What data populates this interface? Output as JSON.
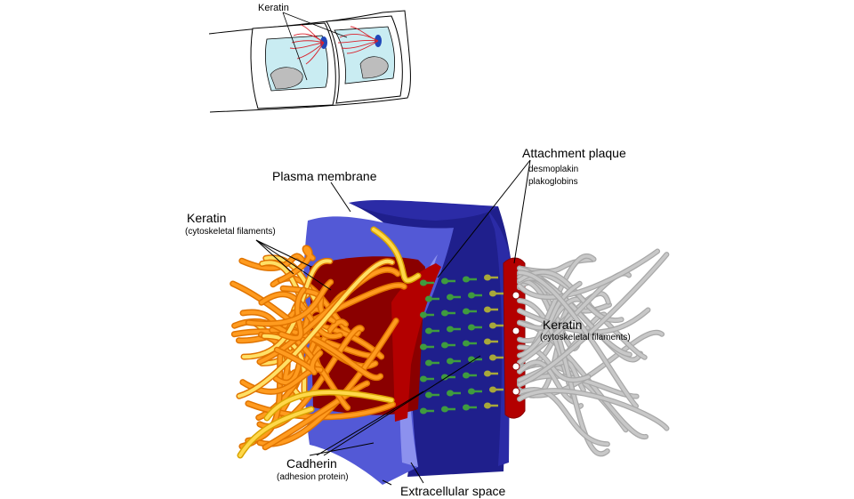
{
  "inset": {
    "keratin_label": "Keratin"
  },
  "labels": {
    "attachment_plaque": "Attachment plaque",
    "desmoplakin": "desmoplakin",
    "plakoglobins": "plakoglobins",
    "plasma_membrane": "Plasma membrane",
    "keratin_left": "Keratin",
    "keratin_left_sub": "(cytoskeletal filaments)",
    "keratin_right": "Keratin",
    "keratin_right_sub": "(cytoskeletal filaments)",
    "cadherin": "Cadherin",
    "cadherin_sub": "(adhesion protein)",
    "extracellular_space": "Extracellular space"
  },
  "colors": {
    "membrane_front": "#5359d6",
    "membrane_back": "#1f1f8c",
    "plaque": "#b30000",
    "plaque_dark": "#8a0000",
    "keratin_left": "#ff9b1f",
    "keratin_right": "#c8c8c8",
    "cadherin_green": "#3f9b3f",
    "cadherin_olive": "#a8a83a",
    "inset_filament": "#d9232e",
    "inset_nucleus": "#2147b8",
    "inset_cytoplasm": "#c9ecf2"
  }
}
